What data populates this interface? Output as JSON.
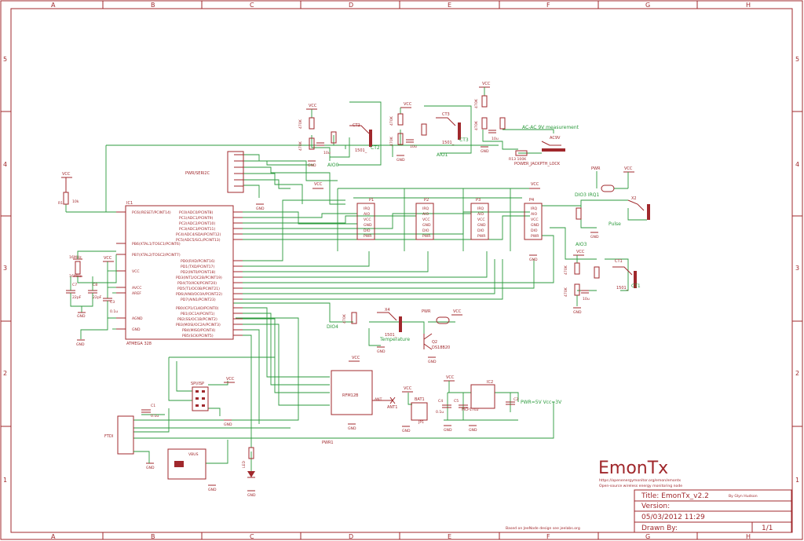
{
  "frame": {
    "cols": [
      "A",
      "B",
      "C",
      "D",
      "E",
      "F",
      "G",
      "H"
    ],
    "rows": [
      "5",
      "4",
      "3",
      "2",
      "1"
    ]
  },
  "title_block": {
    "logo": "EmonTx",
    "url": "https://openenergymonitor.org/emon/emontx",
    "tagline": "Open-source wireless energy monitoring node",
    "title": "Title: EmonTx_v2.2",
    "author": "By Glyn Hudson",
    "version": "Version:",
    "date": "05/03/2012 11:29",
    "drawn_by": "Drawn By:",
    "sheet": "1/1",
    "credit": "Based on JeeNode design see jeelabs.org"
  },
  "mcu": {
    "ref": "IC1",
    "part": "ATMEGA 328",
    "pins_left": [
      "PC6(/RESET/PCINT14)",
      "PB6(XTAL1/TOSC1/PCINT6)",
      "PB7(XTAL2/TOSC2/PCINT7)",
      "VCC",
      "AVCC",
      "AREF",
      "AGND",
      "GND"
    ],
    "pins_right_c": [
      "PC0(ADC0/PCINT8)",
      "PC1(ADC1/PCINT9)",
      "PC2(ADC2/PCINT10)",
      "PC3(ADC3/PCINT11)",
      "PC4(ADC4/SDA/PCINT12)",
      "PC5(ADC5/SCL/PCINT13)"
    ],
    "pins_right_d": [
      "PD0(RXD/PCINT16)",
      "PD1(TXD/PCINT17)",
      "PD2(INT0/PCINT18)",
      "PD3(INT1/OC2B/PCINT19)",
      "PD4(T0/XCK/PCINT20)",
      "PD5(T1/OC0B/PCINT21)",
      "PD6(AIN0/OC0A/PCINT22)",
      "PD7(AIN1/PCINT23)"
    ],
    "pins_right_b": [
      "PB0(ICP1/CLKO/PCINT0)",
      "PB1(OC1A/PCINT1)",
      "PB2(SS/OC1B/PCINT2)",
      "PB3(MOSI/OC2A/PCINT3)",
      "PB4(MISO/PCINT4)",
      "PB5(SCK/PCINT5)"
    ]
  },
  "ports": [
    {
      "ref": "P1",
      "pins": [
        "PWR",
        "DIO",
        "GND",
        "VCC",
        "AIO",
        "IRQ"
      ]
    },
    {
      "ref": "P2",
      "pins": [
        "PWR",
        "DIO",
        "GND",
        "VCC",
        "AIO",
        "IRQ"
      ]
    },
    {
      "ref": "P3",
      "pins": [
        "PWR",
        "DIO",
        "GND",
        "VCC",
        "AIO",
        "IRQ"
      ]
    },
    {
      "ref": "P4",
      "pins": [
        "PWR",
        "DIO",
        "GND",
        "VCC",
        "AIO",
        "IRQ"
      ]
    }
  ],
  "labels": {
    "pwr_seri2c": "PWR/SERI2C",
    "ct2": "CT2",
    "ct3": "CT3",
    "ct1": "CT1",
    "ct2b": "CT2",
    "ct3b": "CT3",
    "ct1b": "CT1",
    "jack": "1501_",
    "aio0": "AIO0",
    "aio1": "AIO1",
    "aio3": "AIO3",
    "ac_meas": "AC-AC 9V measurement",
    "ac9v": "AC9V",
    "r_jack": "R13 100K",
    "power_jack": "POWER_JACKPTH_LOCK",
    "dio3": "DIO3 IRQ1",
    "pulse": "Pulse",
    "x2": "X2",
    "pwr": "PWR",
    "x4": "X4",
    "dio4": "DIO4",
    "temperature": "Temperature",
    "q2": "Q2",
    "ds18b20": "DS18B20",
    "xtal": "16MHz",
    "c7": "C7",
    "c8": "C8",
    "c3": "C3",
    "c1": "C1",
    "c4": "C4",
    "c5": "C5",
    "c2": "C2",
    "pf22": "22pF",
    "uf01": "0.1u",
    "rfm": "RFM12B",
    "ant": "ANT",
    "ant1": "ANT1",
    "bat1": "BAT1",
    "jp1": "JP1",
    "ic2": "IC2",
    "mcp": "MCP1702",
    "pwr5v": "PWR=5V Vcc=3V",
    "spiisp": "SPI/ISP",
    "ftdi": "FTDI",
    "usb": "VBUS",
    "led": "LED",
    "pwr1": "PWR1",
    "vcc": "VCC",
    "gnd": "GND",
    "r1": "R1",
    "r10k": "10k",
    "k470": "470K",
    "u10": "10u"
  },
  "colors": {
    "wire": "#2b9a3c",
    "part": "#a0282c"
  }
}
